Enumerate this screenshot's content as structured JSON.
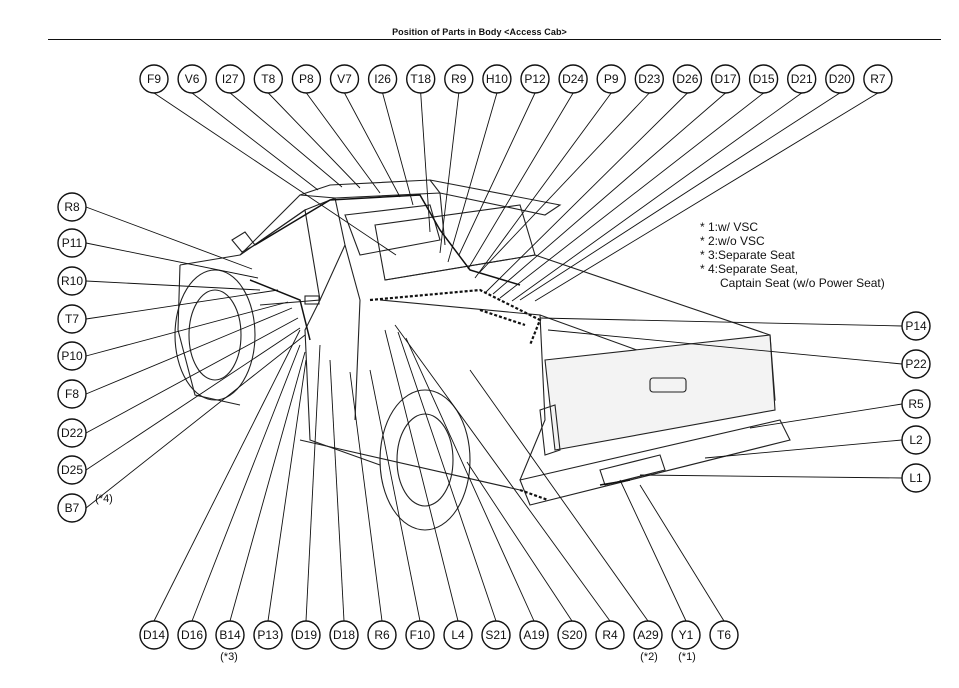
{
  "title": "Position of Parts in Body <Access Cab>",
  "notes": [
    "* 1:w/ VSC",
    "* 2:w/o VSC",
    "* 3:Separate Seat",
    "* 4:Separate Seat,",
    "Captain Seat (w/o Power Seat)"
  ],
  "callouts": {
    "top": [
      "F9",
      "V6",
      "I27",
      "T8",
      "P8",
      "V7",
      "I26",
      "T18",
      "R9",
      "H10",
      "P12",
      "D24",
      "P9",
      "D23",
      "D26",
      "D17",
      "D15",
      "D21",
      "D20",
      "R7"
    ],
    "left": [
      "R8",
      "P11",
      "R10",
      "T7",
      "P10",
      "F8",
      "D22",
      "D25",
      "B7"
    ],
    "right": [
      "P14",
      "P22",
      "R5",
      "L2",
      "L1"
    ],
    "bottom": [
      "D14",
      "D16",
      "B14",
      "P13",
      "D19",
      "D18",
      "R6",
      "F10",
      "L4",
      "S21",
      "A19",
      "S20",
      "R4",
      "A29",
      "Y1",
      "T6"
    ]
  },
  "footnotes": {
    "B7": "(*4)",
    "B14": "(*3)",
    "A29": "(*2)",
    "Y1": "(*1)"
  }
}
